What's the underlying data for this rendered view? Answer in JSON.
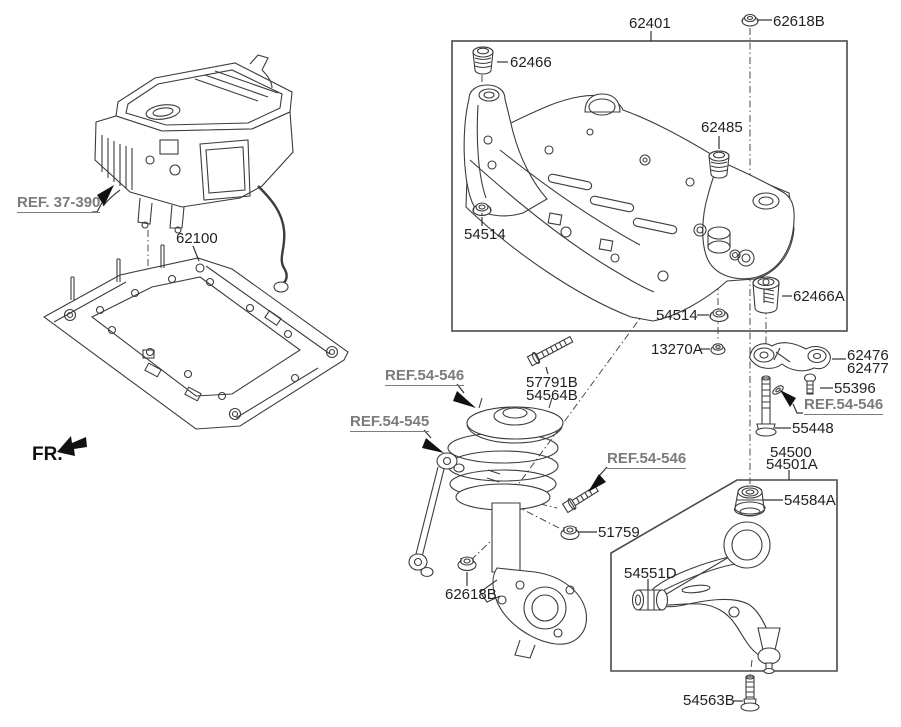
{
  "diagram": {
    "title_hint": "front suspension crossmember exploded parts diagram",
    "front_marker": "FR.",
    "colors": {
      "background": "#ffffff",
      "line_art": "#3c3c3c",
      "frame_box": "#4a4a4a",
      "part_text": "#222222",
      "ref_text": "#7b7b7b"
    },
    "parts": {
      "p62401": "62401",
      "p62618B_top": "62618B",
      "p62466": "62466",
      "p62485": "62485",
      "p54514_a": "54514",
      "p54514_b": "54514",
      "p62466A": "62466A",
      "p13270A": "13270A",
      "p62476": "62476",
      "p62477": "62477",
      "p55396": "55396",
      "p55448": "55448",
      "p54500": "54500",
      "p54501A": "54501A",
      "p57791B": "57791B",
      "p54564B": "54564B",
      "p51759": "51759",
      "p62618B_bottom": "62618B",
      "p54584A": "54584A",
      "p54551D": "54551D",
      "p54563B": "54563B",
      "p62100": "62100"
    },
    "references": {
      "r37_390": "REF. 37-390",
      "r54_546_strut": "REF.54-546",
      "r54_545": "REF.54-545",
      "r54_546_bolt": "REF.54-546",
      "r54_546_right": "REF.54-546"
    }
  }
}
